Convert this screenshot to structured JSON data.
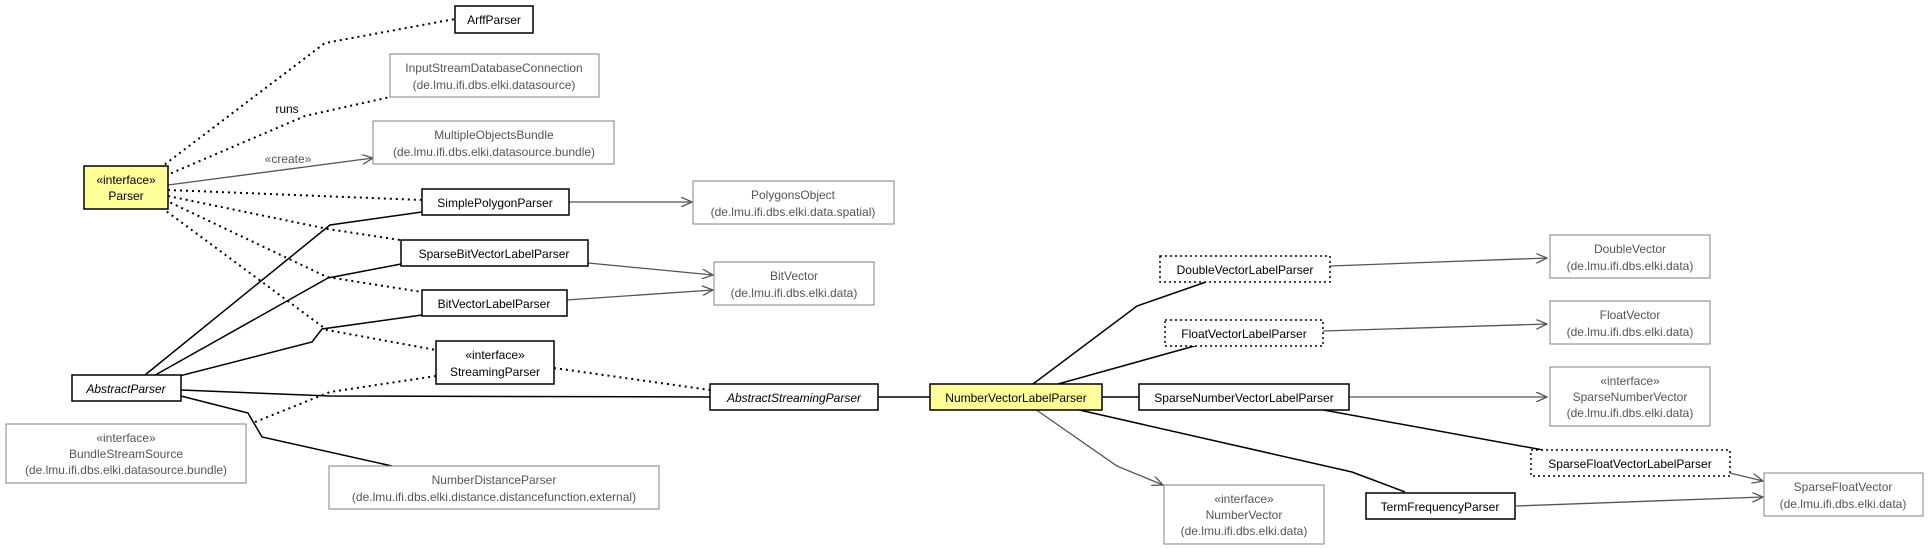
{
  "nodes": [
    {
      "id": "arff",
      "lines": [
        "ArffParser"
      ]
    },
    {
      "id": "isdb",
      "lines": [
        "InputStreamDatabaseConnection",
        "(de.lmu.ifi.dbs.elki.datasource)"
      ]
    },
    {
      "id": "mob",
      "lines": [
        "MultipleObjectsBundle",
        "(de.lmu.ifi.dbs.elki.datasource.bundle)"
      ]
    },
    {
      "id": "parser",
      "lines": [
        "«interface»",
        "Parser"
      ]
    },
    {
      "id": "spp",
      "lines": [
        "SimplePolygonParser"
      ]
    },
    {
      "id": "po",
      "lines": [
        "PolygonsObject",
        "(de.lmu.ifi.dbs.elki.data.spatial)"
      ]
    },
    {
      "id": "sbvlp",
      "lines": [
        "SparseBitVectorLabelParser"
      ]
    },
    {
      "id": "bv",
      "lines": [
        "BitVector",
        "(de.lmu.ifi.dbs.elki.data)"
      ]
    },
    {
      "id": "bvlp",
      "lines": [
        "BitVectorLabelParser"
      ]
    },
    {
      "id": "sp",
      "lines": [
        "«interface»",
        "StreamingParser"
      ]
    },
    {
      "id": "ap",
      "lines": [
        "AbstractParser"
      ]
    },
    {
      "id": "bss",
      "lines": [
        "«interface»",
        "BundleStreamSource",
        "(de.lmu.ifi.dbs.elki.datasource.bundle)"
      ]
    },
    {
      "id": "ndp",
      "lines": [
        "NumberDistanceParser",
        "(de.lmu.ifi.dbs.elki.distance.distancefunction.external)"
      ]
    },
    {
      "id": "asp",
      "lines": [
        "AbstractStreamingParser"
      ]
    },
    {
      "id": "nvlp",
      "lines": [
        "NumberVectorLabelParser"
      ]
    },
    {
      "id": "dvlp",
      "lines": [
        "DoubleVectorLabelParser"
      ]
    },
    {
      "id": "fvlp",
      "lines": [
        "FloatVectorLabelParser"
      ]
    },
    {
      "id": "snvlp",
      "lines": [
        "SparseNumberVectorLabelParser"
      ]
    },
    {
      "id": "nv",
      "lines": [
        "«interface»",
        "NumberVector",
        "(de.lmu.ifi.dbs.elki.data)"
      ]
    },
    {
      "id": "tfp",
      "lines": [
        "TermFrequencyParser"
      ]
    },
    {
      "id": "dv",
      "lines": [
        "DoubleVector",
        "(de.lmu.ifi.dbs.elki.data)"
      ]
    },
    {
      "id": "fv",
      "lines": [
        "FloatVector",
        "(de.lmu.ifi.dbs.elki.data)"
      ]
    },
    {
      "id": "snv",
      "lines": [
        "«interface»",
        "SparseNumberVector",
        "(de.lmu.ifi.dbs.elki.data)"
      ]
    },
    {
      "id": "sfvlp",
      "lines": [
        "SparseFloatVectorLabelParser"
      ]
    },
    {
      "id": "sfv",
      "lines": [
        "SparseFloatVector",
        "(de.lmu.ifi.dbs.elki.data)"
      ]
    }
  ],
  "edges": [
    {
      "id": "parser-arff",
      "label": ""
    },
    {
      "id": "parser-isdb",
      "label": "runs"
    },
    {
      "id": "parser-mob",
      "label": "«create»"
    },
    {
      "id": "parser-spp",
      "label": ""
    },
    {
      "id": "parser-sbvlp",
      "label": ""
    },
    {
      "id": "parser-bvlp",
      "label": ""
    },
    {
      "id": "parser-sp",
      "label": ""
    },
    {
      "id": "spp-po",
      "label": ""
    },
    {
      "id": "sbvlp-bv",
      "label": ""
    },
    {
      "id": "bvlp-bv",
      "label": ""
    },
    {
      "id": "ap-spp",
      "label": ""
    },
    {
      "id": "ap-sbvlp",
      "label": ""
    },
    {
      "id": "ap-bvlp",
      "label": ""
    },
    {
      "id": "ap-asp",
      "label": ""
    },
    {
      "id": "ap-ndp",
      "label": ""
    },
    {
      "id": "sp-bss",
      "label": ""
    },
    {
      "id": "sp-asp",
      "label": ""
    },
    {
      "id": "asp-nvlp",
      "label": ""
    },
    {
      "id": "nvlp-dvlp",
      "label": ""
    },
    {
      "id": "nvlp-fvlp",
      "label": ""
    },
    {
      "id": "nvlp-snvlp",
      "label": ""
    },
    {
      "id": "nvlp-nv",
      "label": ""
    },
    {
      "id": "nvlp-tfp",
      "label": ""
    },
    {
      "id": "dvlp-dv",
      "label": ""
    },
    {
      "id": "fvlp-fv",
      "label": ""
    },
    {
      "id": "snvlp-snv",
      "label": ""
    },
    {
      "id": "snvlp-sfvlp",
      "label": ""
    },
    {
      "id": "sfvlp-sfv",
      "label": ""
    },
    {
      "id": "tfp-sfv",
      "label": ""
    }
  ],
  "colors": {
    "highlight_fill": "#ffff99",
    "external_stroke": "#808080",
    "external_text": "#555555",
    "edge_black": "#000000",
    "edge_gray": "#555555"
  }
}
